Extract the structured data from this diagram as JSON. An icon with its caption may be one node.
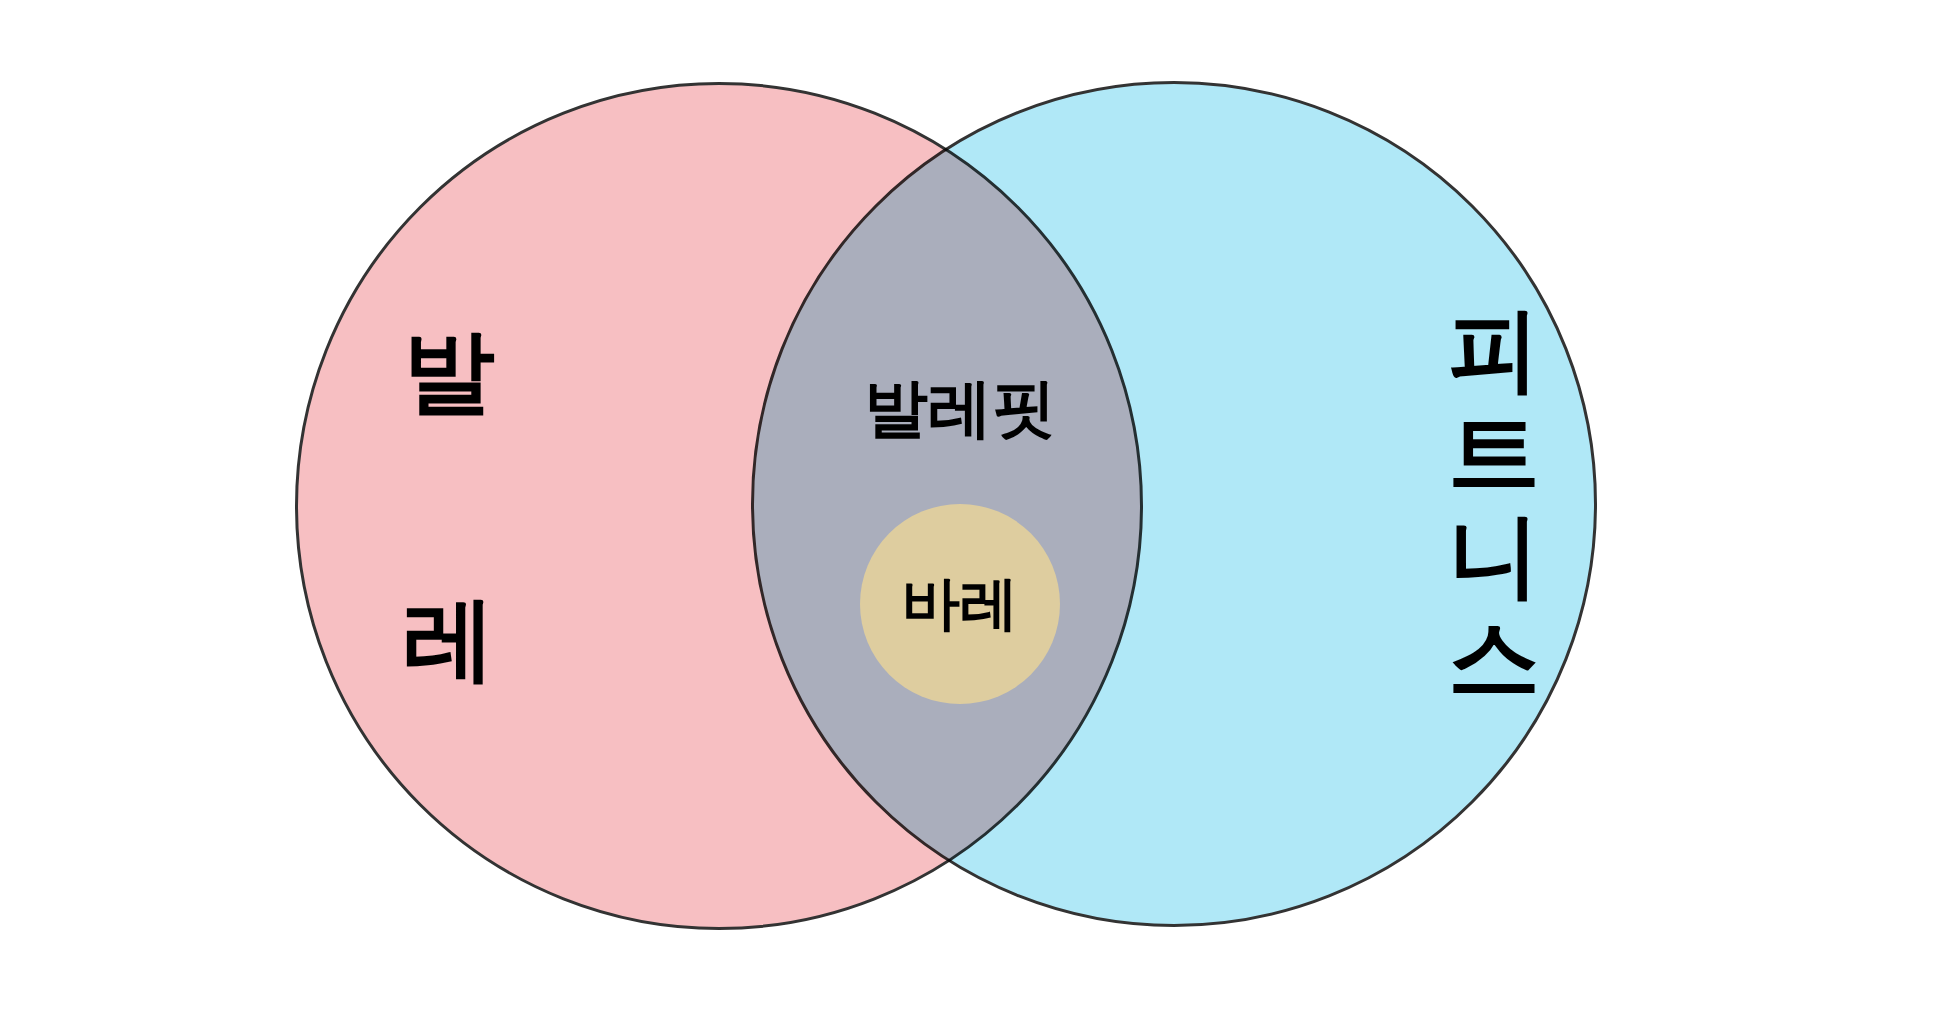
{
  "diagram": {
    "nodes": [
      {
        "text": [
          "발레"
        ]
      },
      {
        "text": [
          "피트니스"
        ]
      },
      {
        "text": [
          "바레"
        ]
      }
    ],
    "labels": [
      "발레핏"
    ]
  }
}
